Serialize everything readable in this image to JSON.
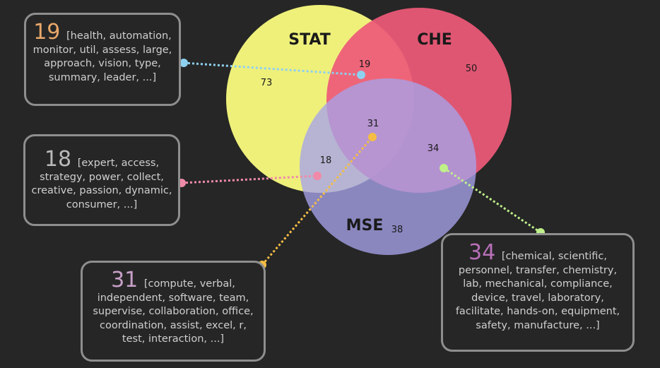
{
  "sets": [
    {
      "name": "STAT",
      "color": "#eef07a",
      "only_count": "73"
    },
    {
      "name": "CHE",
      "color": "#ee5a78",
      "only_count": "50"
    },
    {
      "name": "MSE",
      "color": "#a7a3ea",
      "only_count": "38"
    }
  ],
  "regions": {
    "stat_che": "19",
    "stat_che_mse": "31",
    "che_mse": "34",
    "stat_mse": "18"
  },
  "callouts": [
    {
      "id": "stat_che",
      "count": "19",
      "words": "[health, automation, monitor, util, assess, large, approach, vision, type, summary, leader, ...]",
      "color": "#e8a76a",
      "dot": "#8ed0f0"
    },
    {
      "id": "stat_mse",
      "count": "18",
      "words": "[expert, access, strategy, power, collect, creative, passion, dynamic, consumer, ...]",
      "color": "#b9b9b9",
      "dot": "#f08aa8"
    },
    {
      "id": "stat_che_mse",
      "count": "31",
      "words": "[compute, verbal, independent, software, team, supervise, collaboration, office, coordination, assist, excel, r, test, interaction, ...]",
      "color": "#c8a0c8",
      "dot": "#f5bd45"
    },
    {
      "id": "che_mse",
      "count": "34",
      "words": "[chemical, scientific, personnel, transfer, chemistry, lab, mechanical, compliance, device, travel, laboratory, facilitate, hands-on, equipment, safety, manufacture, ...]",
      "color": "#b870b8",
      "dot": "#bff08a"
    }
  ]
}
